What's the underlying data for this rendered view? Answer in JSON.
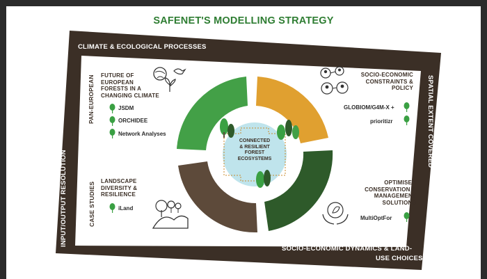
{
  "title": "SAFENET'S MODELLING STRATEGY",
  "frame": {
    "top": "CLIMATE & ECOLOGICAL PROCESSES",
    "right": "SPATIAL EXTENT COVERED",
    "bottom_line1": "SOCIO-ECONOMIC DYNAMICS & LAND-",
    "bottom_line2": "USE CHOICES",
    "left": "INPUT/OUTPUT RESOLUTION"
  },
  "quadrants": {
    "top_left": {
      "side_label": "PAN-EUROPEAN",
      "heading": "FUTURE OF\nEUROPEAN\nFORESTS IN A\nCHANGING CLIMATE",
      "models": [
        "JSDM",
        "ORCHIDEE",
        "Network Analyses"
      ],
      "icon": "globe-bird-plant-icon"
    },
    "top_right": {
      "heading": "SOCIO-ECONOMIC\nCONSTRAINTS &\nPOLICY",
      "models": [
        "GLOBIOM/G4M-X +",
        "prioritizr"
      ],
      "icon": "people-network-icon"
    },
    "bottom_left": {
      "side_label": "CASE STUDIES",
      "heading": "LANDSCAPE\nDIVERSITY &\nRESILIENCE",
      "models": [
        "iLand"
      ],
      "icon": "landscape-trees-icon"
    },
    "bottom_right": {
      "heading": "OPTIMISED\nCONSERVATION &\nMANAGEMENT\nSOLUTIONS",
      "models": [
        "MultiOptFor"
      ],
      "icon": "hands-globe-leaf-icon"
    }
  },
  "center": {
    "text": "CONNECTED\n& RESILIENT\nFOREST\nECOSYSTEMS"
  },
  "colors": {
    "title_green": "#2e7d32",
    "frame_brown": "#3b2f26",
    "ring_green": "#43a047",
    "ring_gold": "#e0a030",
    "ring_darkgreen": "#2e5a2a",
    "ring_brown": "#5d4a3a",
    "center_blue": "#bfe4ec",
    "tree_green": "#3aa043"
  }
}
